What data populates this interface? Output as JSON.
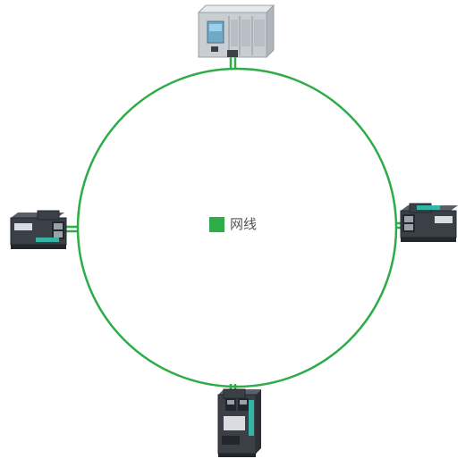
{
  "colors": {
    "network_line": "#2eac47",
    "device_body": "#3b4047",
    "device_dark": "#23272c",
    "device_light": "#d9dde1",
    "teal_accent": "#34b3a7",
    "cpu_body": "#c9ced3",
    "cpu_top": "#e7eaed",
    "cpu_screen": "#6fa9c8",
    "legend_text": "#555555"
  },
  "legend": {
    "label": "网线",
    "color": "#2eac47"
  },
  "devices": [
    {
      "name": "plc-cpu-top",
      "icon": "s7-1500-cpu"
    },
    {
      "name": "io-module-left",
      "icon": "profinet-bus-adapter"
    },
    {
      "name": "io-module-right",
      "icon": "profinet-bus-adapter"
    },
    {
      "name": "io-module-bottom",
      "icon": "et200sp-interface-module"
    }
  ]
}
